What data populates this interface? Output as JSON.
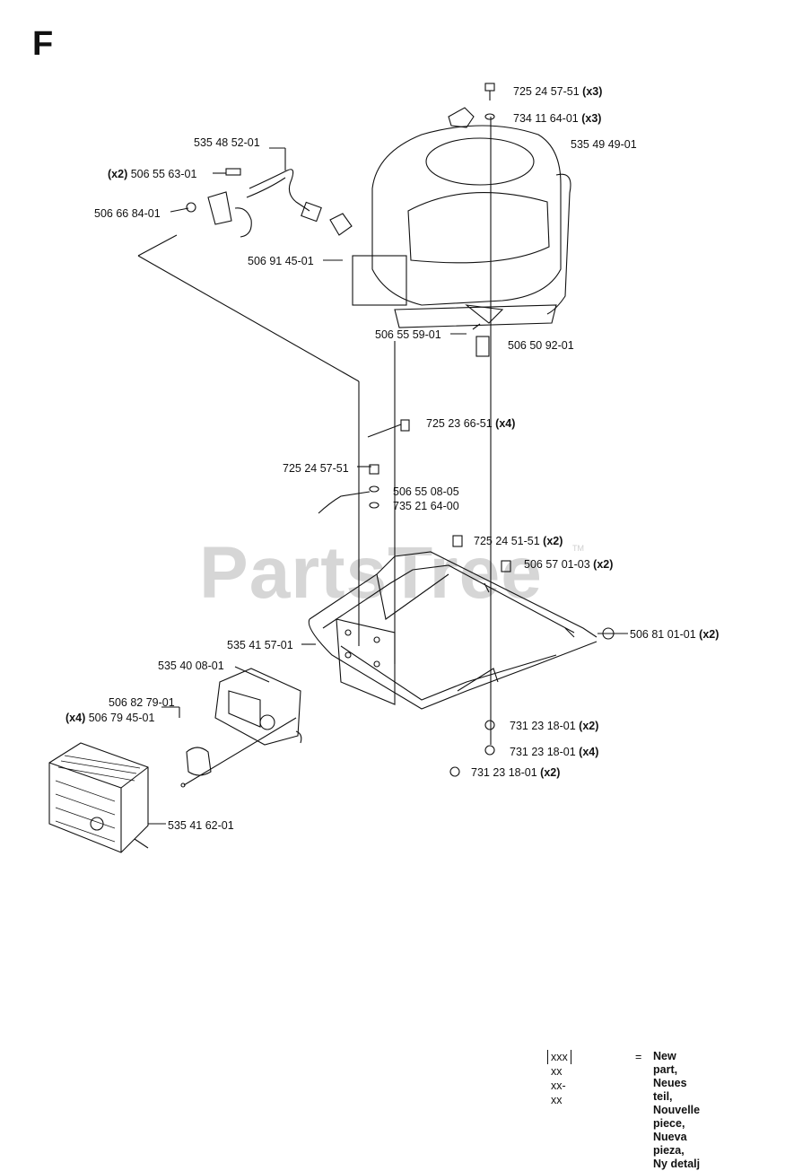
{
  "page_letter": "F",
  "watermark": "PartsTree",
  "watermark_tm": "TM",
  "labels": {
    "l1": {
      "qty_pre": "",
      "part": "725 24 57-51",
      "qty_post": "(x3)"
    },
    "l2": {
      "qty_pre": "",
      "part": "734 11 64-01",
      "qty_post": "(x3)"
    },
    "l3": {
      "qty_pre": "",
      "part": "535 49 49-01",
      "qty_post": ""
    },
    "l4": {
      "qty_pre": "",
      "part": "535 48 52-01",
      "qty_post": ""
    },
    "l5": {
      "qty_pre": "(x2)",
      "part": "506 55 63-01",
      "qty_post": ""
    },
    "l6": {
      "qty_pre": "",
      "part": "506 66 84-01",
      "qty_post": ""
    },
    "l7": {
      "qty_pre": "",
      "part": "506 91 45-01",
      "qty_post": ""
    },
    "l8": {
      "qty_pre": "",
      "part": "506 55 59-01",
      "qty_post": ""
    },
    "l9": {
      "qty_pre": "",
      "part": "506 50 92-01",
      "qty_post": ""
    },
    "l10": {
      "qty_pre": "",
      "part": "725 23 66-51",
      "qty_post": "(x4)"
    },
    "l11": {
      "qty_pre": "",
      "part": "725 24 57-51",
      "qty_post": ""
    },
    "l12": {
      "qty_pre": "",
      "part": "506 55 08-05",
      "qty_post": ""
    },
    "l13": {
      "qty_pre": "",
      "part": "735 21 64-00",
      "qty_post": ""
    },
    "l14": {
      "qty_pre": "",
      "part": "725 24 51-51",
      "qty_post": "(x2)"
    },
    "l15": {
      "qty_pre": "",
      "part": "506 57 01-03",
      "qty_post": "(x2)"
    },
    "l16": {
      "qty_pre": "",
      "part": "535 41 57-01",
      "qty_post": ""
    },
    "l17": {
      "qty_pre": "",
      "part": "506 81 01-01",
      "qty_post": "(x2)"
    },
    "l18": {
      "qty_pre": "",
      "part": "535 40 08-01",
      "qty_post": ""
    },
    "l19": {
      "qty_pre": "",
      "part": "506 82 79-01",
      "qty_post": ""
    },
    "l20": {
      "qty_pre": "(x4)",
      "part": "506 79 45-01",
      "qty_post": ""
    },
    "l21": {
      "qty_pre": "",
      "part": "731 23 18-01",
      "qty_post": "(x2)"
    },
    "l22": {
      "qty_pre": "",
      "part": "731 23 18-01",
      "qty_post": "(x4)"
    },
    "l23": {
      "qty_pre": "",
      "part": "731 23 18-01",
      "qty_post": "(x2)"
    },
    "l24": {
      "qty_pre": "",
      "part": "535 41 62-01",
      "qty_post": ""
    }
  },
  "legend": {
    "placeholder": "xxx xx xx-xx",
    "equals": "=",
    "terms": [
      "New part,",
      "Neues teil,",
      "Nouvelle piece,",
      "Nueva pieza,",
      "Ny detalj"
    ]
  }
}
